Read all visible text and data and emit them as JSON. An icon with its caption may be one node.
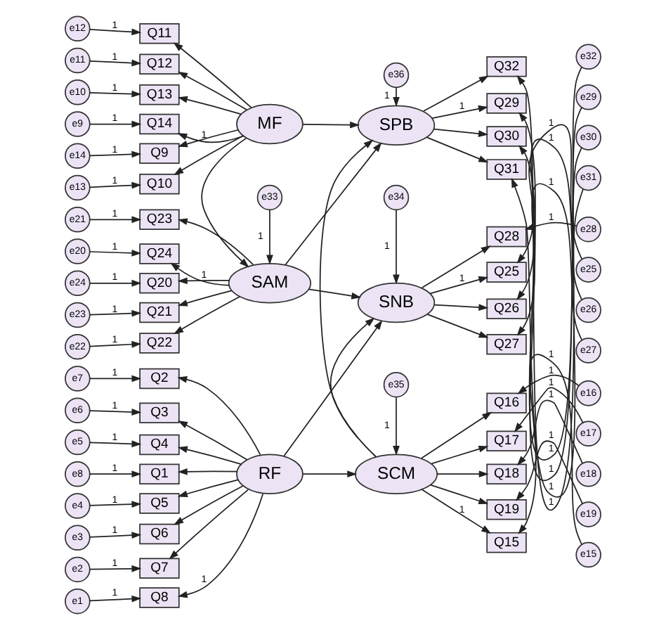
{
  "diagram": {
    "nodes": [
      {
        "text": [
          "e8"
        ]
      },
      {
        "text": [
          "e7"
        ]
      },
      {
        "text": [
          "e6"
        ]
      },
      {
        "text": [
          "e5"
        ]
      },
      {
        "text": [
          "e4"
        ]
      },
      {
        "text": [
          "e3"
        ]
      },
      {
        "text": [
          "e2"
        ]
      },
      {
        "text": [
          "e1"
        ]
      },
      {
        "text": [
          "Q1"
        ]
      },
      {
        "text": [
          "Q2"
        ]
      },
      {
        "text": [
          "Q3"
        ]
      },
      {
        "text": [
          "Q4"
        ]
      },
      {
        "text": [
          "Q5"
        ]
      },
      {
        "text": [
          "Q6"
        ]
      },
      {
        "text": [
          "Q7"
        ]
      },
      {
        "text": [
          "Q8"
        ]
      },
      {
        "text": [
          "RF"
        ]
      },
      {
        "text": [
          "e34"
        ]
      },
      {
        "text": [
          "SNB"
        ]
      },
      {
        "text": [
          "Q25"
        ]
      },
      {
        "text": [
          "Q26"
        ]
      },
      {
        "text": [
          "Q27"
        ]
      },
      {
        "text": [
          "Q28"
        ]
      },
      {
        "text": [
          "e25"
        ]
      },
      {
        "text": [
          "e26"
        ]
      },
      {
        "text": [
          "e27"
        ]
      },
      {
        "text": [
          "e28"
        ]
      },
      {
        "text": [
          "e24"
        ]
      },
      {
        "text": [
          "e23"
        ]
      },
      {
        "text": [
          "e22"
        ]
      },
      {
        "text": [
          "e21"
        ]
      },
      {
        "text": [
          "e20"
        ]
      },
      {
        "text": [
          "Q20"
        ]
      },
      {
        "text": [
          "Q21"
        ]
      },
      {
        "text": [
          "Q22"
        ]
      },
      {
        "text": [
          "Q23"
        ]
      },
      {
        "text": [
          "Q24"
        ]
      },
      {
        "text": [
          "e33"
        ]
      },
      {
        "text": [
          "SAM"
        ]
      },
      {
        "text": [
          "SCM"
        ]
      },
      {
        "text": [
          "Q15"
        ]
      },
      {
        "text": [
          "Q16"
        ]
      },
      {
        "text": [
          "Q17"
        ]
      },
      {
        "text": [
          "Q18"
        ]
      },
      {
        "text": [
          "Q19"
        ]
      },
      {
        "text": [
          "e15"
        ]
      },
      {
        "text": [
          "e16"
        ]
      },
      {
        "text": [
          "e17"
        ]
      },
      {
        "text": [
          "e18"
        ]
      },
      {
        "text": [
          "e19"
        ]
      },
      {
        "text": [
          "e35"
        ]
      },
      {
        "text": [
          "e14"
        ]
      },
      {
        "text": [
          "e13"
        ]
      },
      {
        "text": [
          "e12"
        ]
      },
      {
        "text": [
          "e11"
        ]
      },
      {
        "text": [
          "e10"
        ]
      },
      {
        "text": [
          "e9"
        ]
      },
      {
        "text": [
          "Q9"
        ]
      },
      {
        "text": [
          "Q10"
        ]
      },
      {
        "text": [
          "Q11"
        ]
      },
      {
        "text": [
          "Q12"
        ]
      },
      {
        "text": [
          "Q13"
        ]
      },
      {
        "text": [
          "Q14"
        ]
      },
      {
        "text": [
          "MF"
        ]
      },
      {
        "text": [
          "SPB"
        ]
      },
      {
        "text": [
          "Q29"
        ]
      },
      {
        "text": [
          "Q30"
        ]
      },
      {
        "text": [
          "Q31"
        ]
      },
      {
        "text": [
          "Q32"
        ]
      },
      {
        "text": [
          "e29"
        ]
      },
      {
        "text": [
          "e30"
        ]
      },
      {
        "text": [
          "e31"
        ]
      },
      {
        "text": [
          "e32"
        ]
      },
      {
        "text": [
          "e36"
        ]
      }
    ],
    "edges": [
      {
        "from": 0,
        "to": 8,
        "arrow": "to",
        "label": "1"
      },
      {
        "from": 1,
        "to": 9,
        "arrow": "to",
        "label": "1"
      },
      {
        "from": 2,
        "to": 10,
        "arrow": "to",
        "label": "1"
      },
      {
        "from": 3,
        "to": 11,
        "arrow": "to",
        "label": "1"
      },
      {
        "from": 4,
        "to": 12,
        "arrow": "to",
        "label": "1"
      },
      {
        "from": 5,
        "to": 13,
        "arrow": "to",
        "label": "1"
      },
      {
        "from": 6,
        "to": 14,
        "arrow": "to",
        "label": "1"
      },
      {
        "from": 7,
        "to": 15,
        "arrow": "to",
        "label": "1"
      },
      {
        "from": 16,
        "to": 8,
        "arrow": "to"
      },
      {
        "from": 16,
        "to": 9,
        "arrow": "to"
      },
      {
        "from": 16,
        "to": 10,
        "arrow": "to"
      },
      {
        "from": 16,
        "to": 11,
        "arrow": "to"
      },
      {
        "from": 16,
        "to": 12,
        "arrow": "to"
      },
      {
        "from": 16,
        "to": 13,
        "arrow": "to"
      },
      {
        "from": 16,
        "to": 14,
        "arrow": "to"
      },
      {
        "from": 16,
        "to": 15,
        "arrow": "to",
        "label": "1"
      },
      {
        "from": 27,
        "to": 32,
        "arrow": "to",
        "label": "1"
      },
      {
        "from": 28,
        "to": 33,
        "arrow": "to",
        "label": "1"
      },
      {
        "from": 29,
        "to": 34,
        "arrow": "to",
        "label": "1"
      },
      {
        "from": 30,
        "to": 35,
        "arrow": "to",
        "label": "1"
      },
      {
        "from": 31,
        "to": 36,
        "arrow": "to",
        "label": "1"
      },
      {
        "from": 38,
        "to": 32,
        "arrow": "to"
      },
      {
        "from": 38,
        "to": 33,
        "arrow": "to"
      },
      {
        "from": 38,
        "to": 34,
        "arrow": "to"
      },
      {
        "from": 38,
        "to": 35,
        "arrow": "to"
      },
      {
        "from": 38,
        "to": 36,
        "arrow": "to",
        "label": "1"
      },
      {
        "from": 51,
        "to": 57,
        "arrow": "to",
        "label": "1"
      },
      {
        "from": 52,
        "to": 58,
        "arrow": "to",
        "label": "1"
      },
      {
        "from": 53,
        "to": 59,
        "arrow": "to",
        "label": "1"
      },
      {
        "from": 54,
        "to": 60,
        "arrow": "to",
        "label": "1"
      },
      {
        "from": 55,
        "to": 61,
        "arrow": "to",
        "label": "1"
      },
      {
        "from": 56,
        "to": 62,
        "arrow": "to",
        "label": "1"
      },
      {
        "from": 63,
        "to": 57,
        "arrow": "to"
      },
      {
        "from": 63,
        "to": 58,
        "arrow": "to"
      },
      {
        "from": 63,
        "to": 59,
        "arrow": "to"
      },
      {
        "from": 63,
        "to": 60,
        "arrow": "to"
      },
      {
        "from": 63,
        "to": 61,
        "arrow": "to"
      },
      {
        "from": 63,
        "to": 62,
        "arrow": "to",
        "label": "1"
      },
      {
        "from": 18,
        "to": 19,
        "arrow": "to",
        "label": "1"
      },
      {
        "from": 18,
        "to": 20,
        "arrow": "to"
      },
      {
        "from": 18,
        "to": 21,
        "arrow": "to"
      },
      {
        "from": 18,
        "to": 22,
        "arrow": "to"
      },
      {
        "from": 23,
        "to": 19,
        "arrow": "to",
        "label": "1"
      },
      {
        "from": 24,
        "to": 20,
        "arrow": "to",
        "label": "1"
      },
      {
        "from": 25,
        "to": 21,
        "arrow": "to",
        "label": "1"
      },
      {
        "from": 26,
        "to": 22,
        "arrow": "to",
        "label": "1"
      },
      {
        "from": 39,
        "to": 40,
        "arrow": "to",
        "label": "1"
      },
      {
        "from": 39,
        "to": 41,
        "arrow": "to"
      },
      {
        "from": 39,
        "to": 42,
        "arrow": "to"
      },
      {
        "from": 39,
        "to": 43,
        "arrow": "to"
      },
      {
        "from": 39,
        "to": 44,
        "arrow": "to"
      },
      {
        "from": 45,
        "to": 40,
        "arrow": "to",
        "label": "1"
      },
      {
        "from": 46,
        "to": 41,
        "arrow": "to",
        "label": "1"
      },
      {
        "from": 47,
        "to": 42,
        "arrow": "to",
        "label": "1"
      },
      {
        "from": 48,
        "to": 43,
        "arrow": "to",
        "label": "1"
      },
      {
        "from": 49,
        "to": 44,
        "arrow": "to",
        "label": "1"
      },
      {
        "from": 64,
        "to": 65,
        "arrow": "to",
        "label": "1"
      },
      {
        "from": 64,
        "to": 66,
        "arrow": "to"
      },
      {
        "from": 64,
        "to": 67,
        "arrow": "to"
      },
      {
        "from": 64,
        "to": 68,
        "arrow": "to"
      },
      {
        "from": 69,
        "to": 65,
        "arrow": "to",
        "label": "1"
      },
      {
        "from": 70,
        "to": 66,
        "arrow": "to",
        "label": "1"
      },
      {
        "from": 71,
        "to": 67,
        "arrow": "to",
        "label": "1"
      },
      {
        "from": 72,
        "to": 68,
        "arrow": "to",
        "label": "1"
      },
      {
        "from": 16,
        "to": 18,
        "arrow": "to"
      },
      {
        "from": 16,
        "to": 39,
        "arrow": "to"
      },
      {
        "from": 38,
        "to": 18,
        "arrow": "to"
      },
      {
        "from": 38,
        "to": 64,
        "arrow": "to"
      },
      {
        "from": 63,
        "to": 38,
        "arrow": "to"
      },
      {
        "from": 63,
        "to": 64,
        "arrow": "to"
      },
      {
        "from": 39,
        "to": 18,
        "arrow": "to"
      },
      {
        "from": 39,
        "to": 64,
        "arrow": "to"
      },
      {
        "from": 37,
        "to": 38,
        "arrow": "to",
        "label": "1"
      },
      {
        "from": 17,
        "to": 18,
        "arrow": "to",
        "label": "1"
      },
      {
        "from": 50,
        "to": 39,
        "arrow": "to",
        "label": "1"
      },
      {
        "from": 73,
        "to": 64,
        "arrow": "to",
        "label": "1"
      }
    ]
  }
}
